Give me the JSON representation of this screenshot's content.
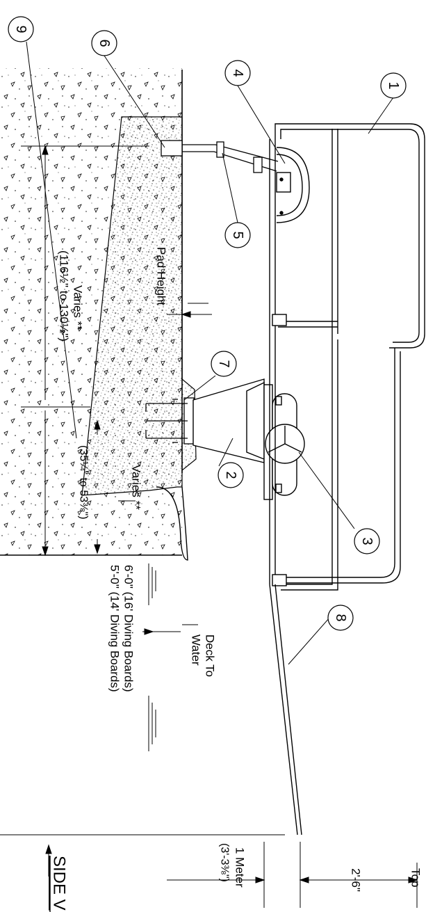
{
  "callouts": [
    "1",
    "2",
    "3",
    "4",
    "5",
    "6",
    "7",
    "8",
    "9"
  ],
  "labels": {
    "pad_height": "Pad Height",
    "varies_long": "Varies **",
    "varies_long_range": "(116½\" to 130½\")",
    "varies_short": "Varies **",
    "varies_short_range": "(35¼\" to 53⅜\")",
    "deck_to_water_1": "Deck To",
    "deck_to_water_2": "Water",
    "dim_16ft": "6'-0\" (16' Diving Boards)",
    "dim_14ft": "5'-0\" (14' Diving Boards)",
    "dim_top": "Top",
    "dim_2_6": "2'-6\"",
    "one_meter": "1 Meter",
    "one_meter_imperial": "(3'-3⅜\")",
    "view_title": "SIDE V"
  }
}
